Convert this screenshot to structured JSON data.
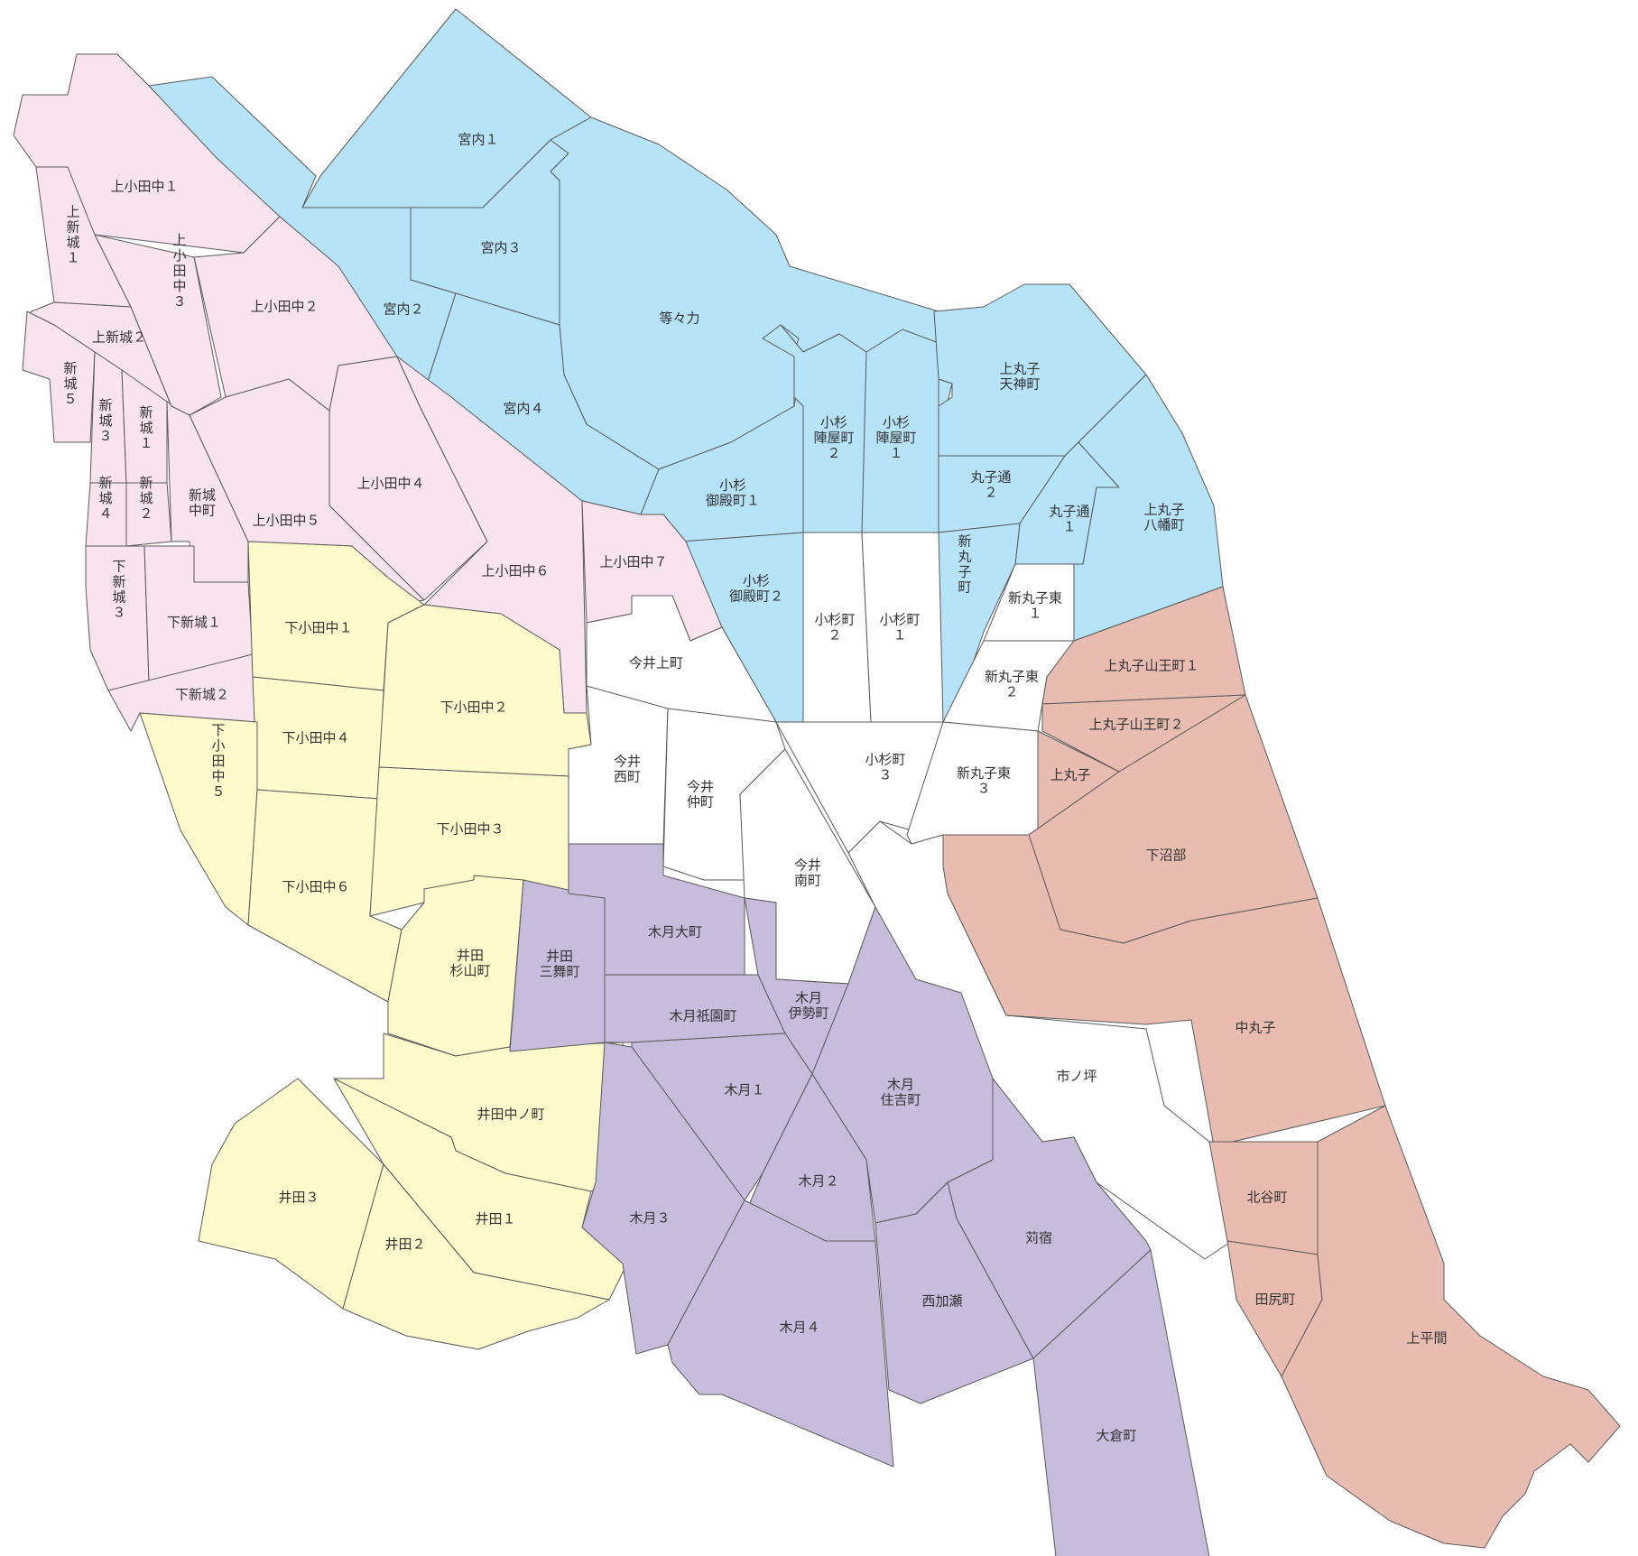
{
  "colors": {
    "pink": "#f9e3ee",
    "blue": "#b6e3f7",
    "yellow": "#fff9cc",
    "purple": "#c8bcdc",
    "salmon": "#e8bcb0",
    "white": "#ffffff",
    "border": "#5a5a5a"
  },
  "labels": {
    "miyauchi1": "宮内１",
    "miyauchi2": "宮内２",
    "miyauchi3": "宮内３",
    "miyauchi4": "宮内４",
    "todoroki": "等々力",
    "kosugi_jinya2": [
      "小杉",
      "陣屋町",
      "２"
    ],
    "kosugi_jinya1": [
      "小杉",
      "陣屋町",
      "１"
    ],
    "kamimaruko_tenjin": [
      "上丸子",
      "天神町"
    ],
    "marukodori2": [
      "丸子通",
      "２"
    ],
    "marukodori1": [
      "丸子通",
      "１"
    ],
    "kamimaruko_hachiman": [
      "上丸子",
      "八幡町"
    ],
    "kosugi_goten1": [
      "小杉",
      "御殿町１"
    ],
    "kosugi_goten2": [
      "小杉",
      "御殿町２"
    ],
    "shinmaruko": [
      "新",
      "丸",
      "子",
      "町"
    ],
    "kamikodanaka1": "上小田中１",
    "kamikodanaka2": "上小田中２",
    "kamikodanaka3": [
      "上",
      "小",
      "田",
      "中",
      "３"
    ],
    "kamikodanaka4": "上小田中４",
    "kamikodanaka5": "上小田中５",
    "kamikodanaka6": "上小田中６",
    "kamikodanaka7": "上小田中７",
    "kamishinjo1": [
      "上",
      "新",
      "城",
      "１"
    ],
    "kamishinjo2": "上新城２",
    "shinjo5": [
      "新",
      "城",
      "５"
    ],
    "shinjo3": [
      "新",
      "城",
      "３"
    ],
    "shinjo1": [
      "新",
      "城",
      "１"
    ],
    "shinjo4": [
      "新",
      "城",
      "４"
    ],
    "shinjo2": [
      "新",
      "城",
      "２"
    ],
    "shinjo_naka": [
      "新城",
      "中町"
    ],
    "shimoshinjo3": [
      "下",
      "新",
      "城",
      "３"
    ],
    "shimoshinjo1": "下新城１",
    "shimoshinjo2": "下新城２",
    "shimokodanaka1": "下小田中１",
    "shimokodanaka2": "下小田中２",
    "shimokodanaka3": "下小田中３",
    "shimokodanaka4": "下小田中４",
    "shimokodanaka5": [
      "下",
      "小",
      "田",
      "中",
      "５"
    ],
    "shimokodanaka6": "下小田中６",
    "ida_sugiyama": [
      "井田",
      "杉山町"
    ],
    "ida_nakanocho": "井田中ノ町",
    "ida1": "井田１",
    "ida2": "井田２",
    "ida3": "井田３",
    "imai_kami": "今井上町",
    "imai_nishi": [
      "今井",
      "西町"
    ],
    "imai_naka": [
      "今井",
      "仲町"
    ],
    "imai_minami": [
      "今井",
      "南町"
    ],
    "kosugi2": [
      "小杉町",
      "２"
    ],
    "kosugi1": [
      "小杉町",
      "１"
    ],
    "kosugi3": [
      "小杉町",
      "３"
    ],
    "shinmaruko_higashi1": [
      "新丸子東",
      "１"
    ],
    "shinmaruko_higashi2": [
      "新丸子東",
      "２"
    ],
    "shinmaruko_higashi3": [
      "新丸子東",
      "３"
    ],
    "ichinotsubo": "市ノ坪",
    "ida_sanmai": [
      "井田",
      "三舞町"
    ],
    "kizuki_omachi": "木月大町",
    "kizuki_gion": "木月祇園町",
    "kizuki_ise": [
      "木月",
      "伊勢町"
    ],
    "kizuki_sumiyoshi": [
      "木月",
      "住吉町"
    ],
    "kizuki1": "木月１",
    "kizuki2": "木月２",
    "kizuki3": "木月３",
    "kizuki4": "木月４",
    "nishikase": "西加瀬",
    "kojuku": "苅宿",
    "okurayama": "大倉町",
    "kamimaruko_sanno1": "上丸子山王町１",
    "kamimaruko_sanno2": "上丸子山王町２",
    "kamimaruko": "上丸子",
    "shimonumabe": "下沼部",
    "nakamaruko": "中丸子",
    "kitayacho": "北谷町",
    "tajiricho": "田尻町",
    "kamihirama": "上平間"
  }
}
